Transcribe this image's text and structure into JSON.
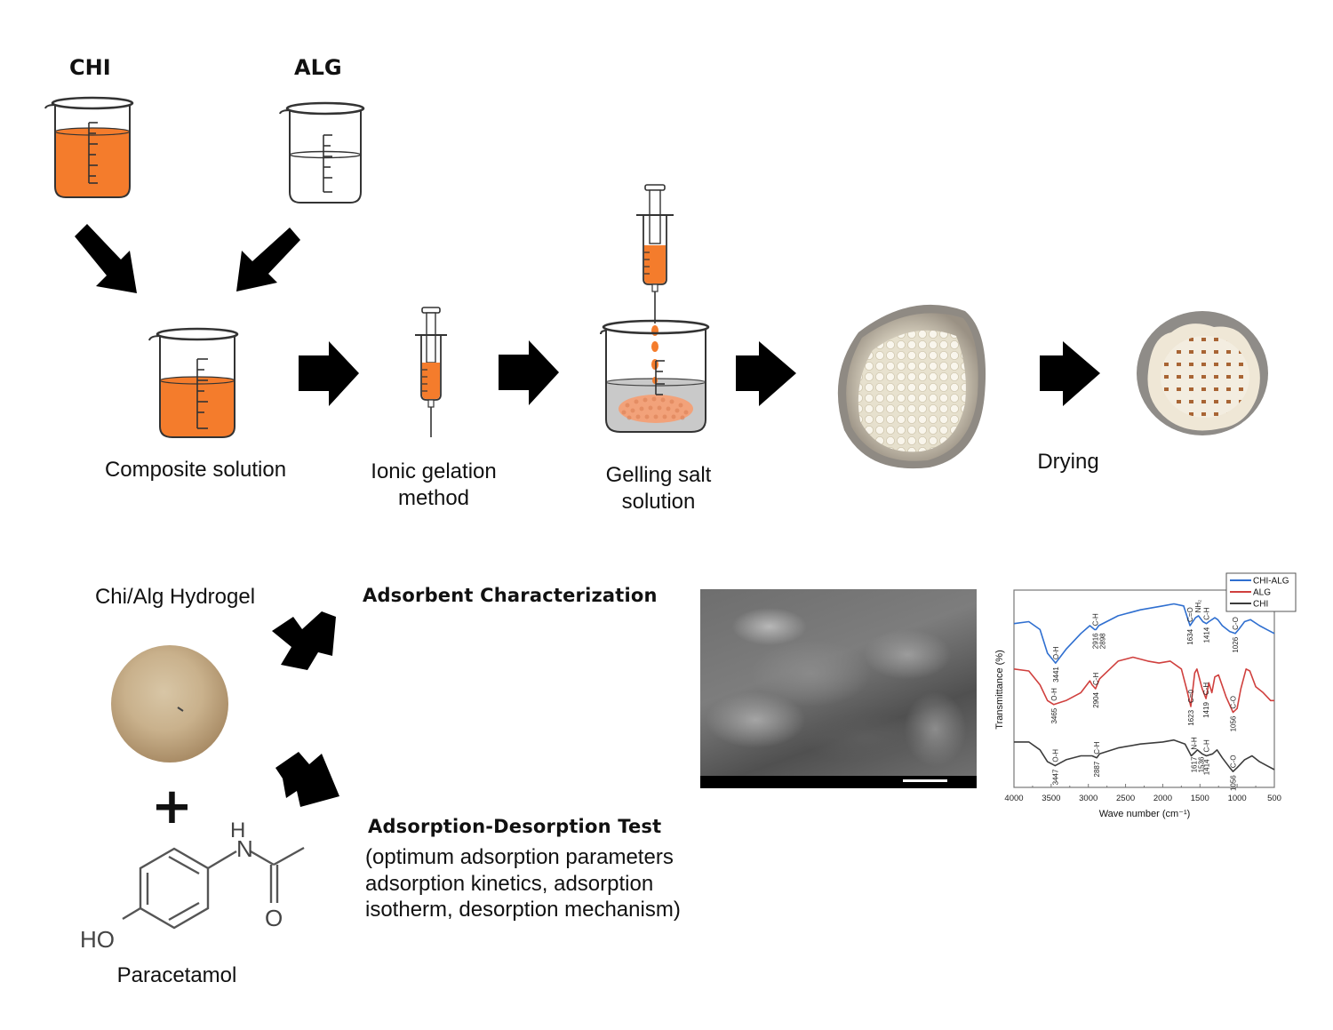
{
  "top_flow": {
    "chi_label": "CHI",
    "alg_label": "ALG",
    "composite_label": "Composite solution",
    "ionic_gelation_label_line1": "Ionic gelation",
    "ionic_gelation_label_line2": "method",
    "gelling_salt_label_line1": "Gelling salt",
    "gelling_salt_label_line2": "solution",
    "drying_label": "Drying"
  },
  "bottom_flow": {
    "hydrogel_label": "Chi/Alg Hydrogel",
    "plus_sign": "+",
    "paracetamol_label": "Paracetamol",
    "molecule_atoms": {
      "ho": "HO",
      "n": "N",
      "h": "H",
      "o": "O"
    },
    "characterization_title": "Adsorbent Characterization",
    "adsorption_title": "Adsorption-Desorption Test",
    "adsorption_desc_lines": [
      "(optimum adsorption parameters",
      "adsorption kinetics, adsorption",
      "isotherm, desorption mechanism)"
    ]
  },
  "colors": {
    "orange_liquid": "#f47c2c",
    "chi_alg": "#2f6fd0",
    "alg": "#d0403e",
    "chi": "#3c3c3c",
    "gel_liquid": "#c9c9c9",
    "bead_orange": "#f2a27a"
  },
  "chart_data": {
    "type": "line",
    "title": "",
    "xlabel": "Wave number (cm⁻¹)",
    "ylabel": "Transmittance (%)",
    "xlim": [
      4000,
      500
    ],
    "x_ticks": [
      "4000",
      "3500",
      "3000",
      "2500",
      "2000",
      "1500",
      "1000",
      "500"
    ],
    "x_tick_values": [
      4000,
      3500,
      3000,
      2500,
      2000,
      1500,
      1000,
      500
    ],
    "y_ticks": [],
    "grid": false,
    "legend_position": "top-right",
    "series": [
      {
        "name": "CHI-ALG",
        "color": "#2f6fd0",
        "x": [
          4000,
          3800,
          3650,
          3550,
          3441,
          3300,
          3100,
          2980,
          2916,
          2898,
          2860,
          2600,
          2300,
          2000,
          1850,
          1720,
          1634,
          1560,
          1520,
          1460,
          1414,
          1380,
          1300,
          1260,
          1200,
          1100,
          1026,
          980,
          900,
          820,
          700,
          600,
          500
        ],
        "y": [
          0.83,
          0.84,
          0.8,
          0.68,
          0.63,
          0.7,
          0.78,
          0.82,
          0.8,
          0.8,
          0.82,
          0.87,
          0.9,
          0.92,
          0.93,
          0.92,
          0.82,
          0.86,
          0.87,
          0.84,
          0.83,
          0.84,
          0.86,
          0.85,
          0.82,
          0.79,
          0.78,
          0.8,
          0.84,
          0.85,
          0.82,
          0.8,
          0.78
        ]
      },
      {
        "name": "ALG",
        "color": "#d0403e",
        "x": [
          4000,
          3800,
          3650,
          3550,
          3465,
          3300,
          3100,
          2980,
          2950,
          2904,
          2850,
          2600,
          2400,
          2200,
          2050,
          1900,
          1750,
          1680,
          1623,
          1570,
          1540,
          1470,
          1419,
          1380,
          1340,
          1300,
          1250,
          1150,
          1056,
          1000,
          950,
          880,
          830,
          750,
          650,
          550,
          500
        ],
        "y": [
          0.6,
          0.59,
          0.52,
          0.44,
          0.42,
          0.44,
          0.48,
          0.54,
          0.52,
          0.5,
          0.55,
          0.64,
          0.66,
          0.64,
          0.63,
          0.64,
          0.6,
          0.5,
          0.41,
          0.58,
          0.6,
          0.5,
          0.45,
          0.53,
          0.48,
          0.56,
          0.57,
          0.46,
          0.38,
          0.4,
          0.5,
          0.6,
          0.59,
          0.51,
          0.48,
          0.44,
          0.44
        ]
      },
      {
        "name": "CHI",
        "color": "#3c3c3c",
        "x": [
          4000,
          3800,
          3650,
          3550,
          3447,
          3300,
          3100,
          2950,
          2887,
          2850,
          2600,
          2300,
          2000,
          1850,
          1700,
          1617,
          1560,
          1536,
          1470,
          1414,
          1330,
          1270,
          1200,
          1100,
          1056,
          1000,
          900,
          800,
          700,
          600,
          500
        ],
        "y": [
          0.23,
          0.23,
          0.19,
          0.13,
          0.11,
          0.14,
          0.16,
          0.16,
          0.15,
          0.17,
          0.2,
          0.22,
          0.23,
          0.24,
          0.22,
          0.16,
          0.18,
          0.19,
          0.17,
          0.16,
          0.17,
          0.19,
          0.15,
          0.1,
          0.08,
          0.1,
          0.14,
          0.16,
          0.13,
          0.11,
          0.09
        ]
      }
    ],
    "annotations": [
      {
        "series": "CHI-ALG",
        "label": "O-H",
        "value": "3441",
        "x": 3441
      },
      {
        "series": "CHI-ALG",
        "label": "C-H",
        "value": "2916\n2898",
        "x": 2905
      },
      {
        "series": "CHI-ALG",
        "label": "C=O",
        "value": "1634",
        "x": 1634
      },
      {
        "series": "CHI-ALG",
        "label": "NH₂",
        "value": "",
        "x": 1530
      },
      {
        "series": "CHI-ALG",
        "label": "C-H",
        "value": "1414",
        "x": 1414
      },
      {
        "series": "CHI-ALG",
        "label": "C-O",
        "value": "1026",
        "x": 1026
      },
      {
        "series": "ALG",
        "label": "O-H",
        "value": "3465",
        "x": 3465
      },
      {
        "series": "ALG",
        "label": "C-H",
        "value": "2904",
        "x": 2904
      },
      {
        "series": "ALG",
        "label": "C=0",
        "value": "1623",
        "x": 1623
      },
      {
        "series": "ALG",
        "label": "C-H",
        "value": "1419",
        "x": 1419
      },
      {
        "series": "ALG",
        "label": "C-O",
        "value": "1056",
        "x": 1056
      },
      {
        "series": "CHI",
        "label": "O-H",
        "value": "3447",
        "x": 3447
      },
      {
        "series": "CHI",
        "label": "C-H",
        "value": "2887",
        "x": 2887
      },
      {
        "series": "CHI",
        "label": "N-H",
        "value": "1617\n1536",
        "x": 1580
      },
      {
        "series": "CHI",
        "label": "C-H",
        "value": "1414",
        "x": 1414
      },
      {
        "series": "CHI",
        "label": "C-O",
        "value": "1056",
        "x": 1056
      }
    ]
  }
}
